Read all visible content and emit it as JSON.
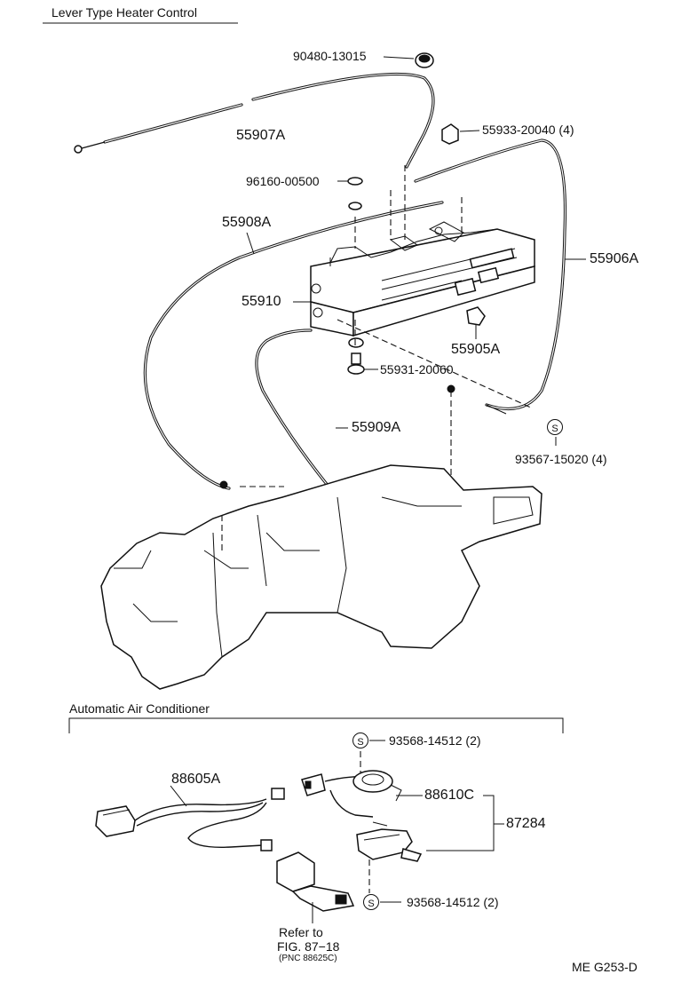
{
  "sections": {
    "heater": "Lever Type Heater Control",
    "aircon": "Automatic Air Conditioner"
  },
  "parts": {
    "p90480": "90480-13015",
    "p55907A": "55907A",
    "p55933": "55933-20040 (4)",
    "p96160": "96160-00500",
    "p55908A": "55908A",
    "p55906A": "55906A",
    "p55910": "55910",
    "p55905A": "55905A",
    "p55931": "55931-20060",
    "p55909A": "55909A",
    "p93567": "93567-15020 (4)",
    "p93568a": "93568-14512 (2)",
    "p88605A": "88605A",
    "p88610C": "88610C",
    "p87284": "87284",
    "p93568b": "93568-14512 (2)"
  },
  "symbols": {
    "s_mark": "S"
  },
  "refer": {
    "line1": "Refer to",
    "line2": "FIG. 87−18",
    "line3": "(PNC 88625C)"
  },
  "figure_code": "ME G253-D"
}
